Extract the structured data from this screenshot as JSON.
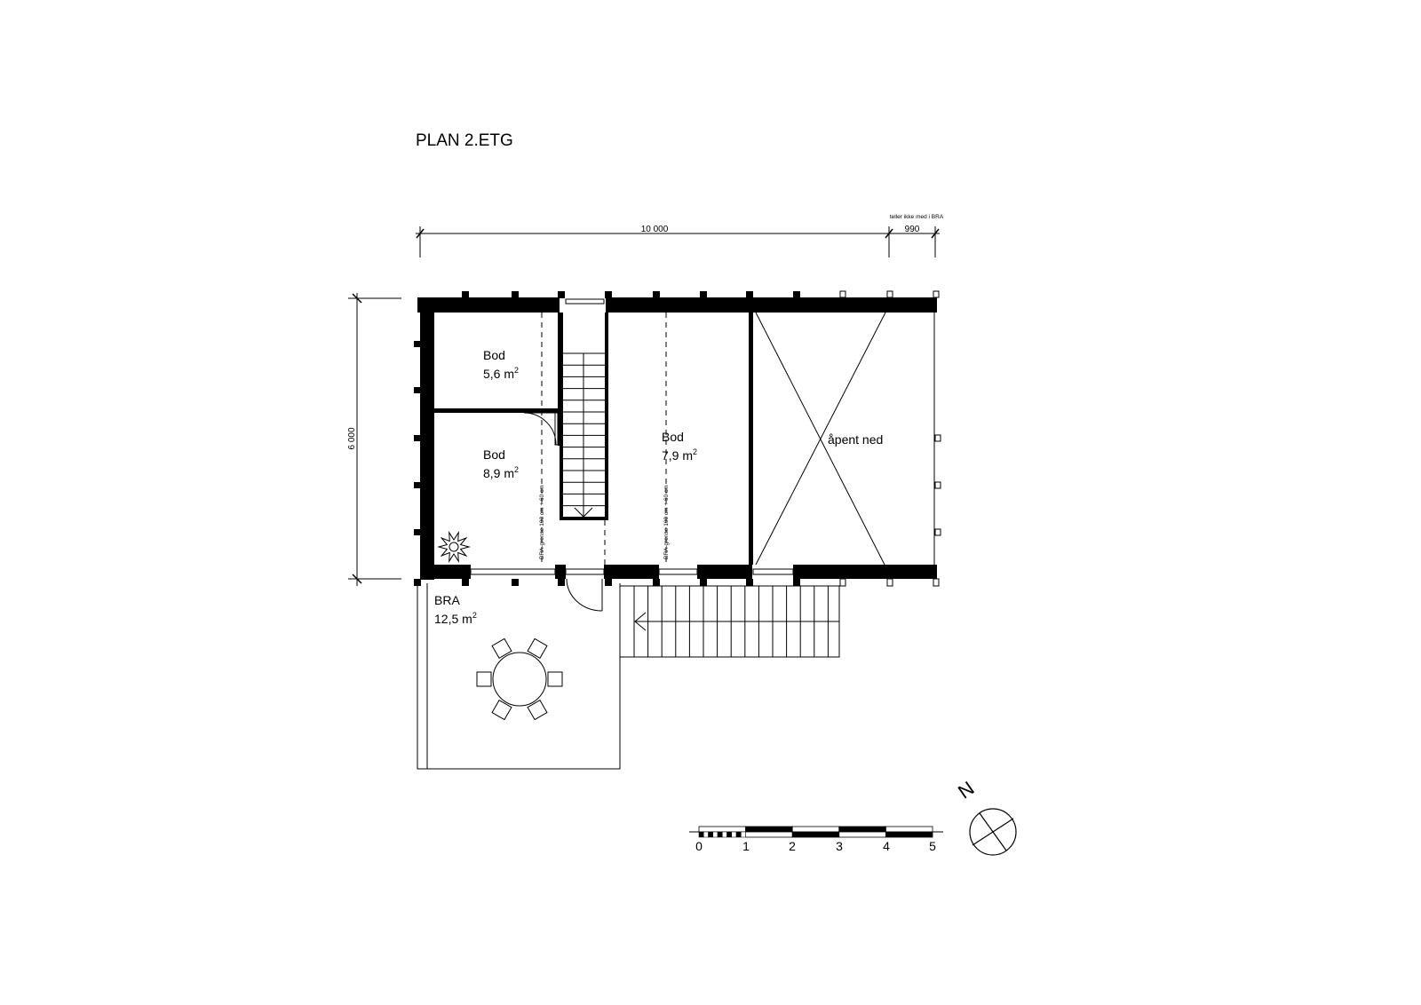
{
  "title": "PLAN 2.ETG",
  "dimensions": {
    "width": "10 000",
    "extension": "990",
    "extension_note": "teller ikke med i BRA",
    "depth": "6 000"
  },
  "rooms": [
    {
      "name": "Bod",
      "area": "5,6 m",
      "sup": "2"
    },
    {
      "name": "Bod",
      "area": "8,9 m",
      "sup": "2"
    },
    {
      "name": "Bod",
      "area": "7,9 m",
      "sup": "2"
    },
    {
      "name": "åpent ned"
    },
    {
      "name": "BRA",
      "area": "12,5 m",
      "sup": "2"
    }
  ],
  "bra_limit_label": "BRA-grense 190 cm + 60 cm",
  "scale_bar": {
    "labels": [
      "0",
      "1",
      "2",
      "3",
      "4",
      "5"
    ]
  },
  "north_label": "N",
  "colors": {
    "ink": "#000000",
    "paper": "#ffffff"
  }
}
